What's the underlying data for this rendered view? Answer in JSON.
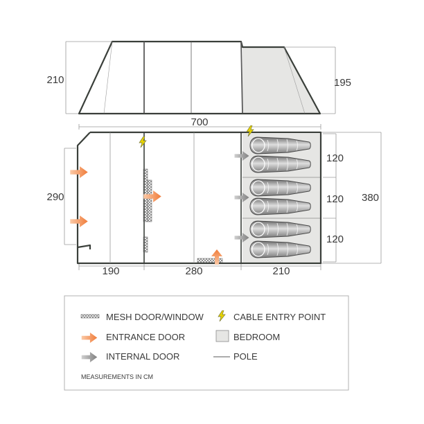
{
  "side_view": {
    "height_left": "210",
    "height_right": "195"
  },
  "floor_plan": {
    "total_length": "700",
    "total_width": "380",
    "left_width": "290",
    "sections": [
      "190",
      "280",
      "210"
    ],
    "bedrooms": [
      "120",
      "120",
      "120"
    ]
  },
  "legend": {
    "mesh": "MESH DOOR/WINDOW",
    "cable": "CABLE ENTRY POINT",
    "entrance": "ENTRANCE DOOR",
    "bedroom": "BEDROOM",
    "internal": "INTERNAL DOOR",
    "pole": "POLE",
    "note": "MEASUREMENTS IN CM"
  },
  "colors": {
    "outline": "#3a3f3a",
    "bedroom_fill": "#e6e6e4",
    "entrance_arrow": "#f07c3a",
    "internal_arrow": "#8a8a8a",
    "cable_bolt": "#e8d400"
  },
  "icons": {
    "mesh": "mesh-pattern-icon",
    "cable": "lightning-bolt-icon",
    "entrance": "orange-arrow-icon",
    "internal": "grey-arrow-icon",
    "bedroom": "bedroom-swatch-icon",
    "pole": "pole-line-icon",
    "sleeping_bag": "sleeping-bag-icon"
  }
}
